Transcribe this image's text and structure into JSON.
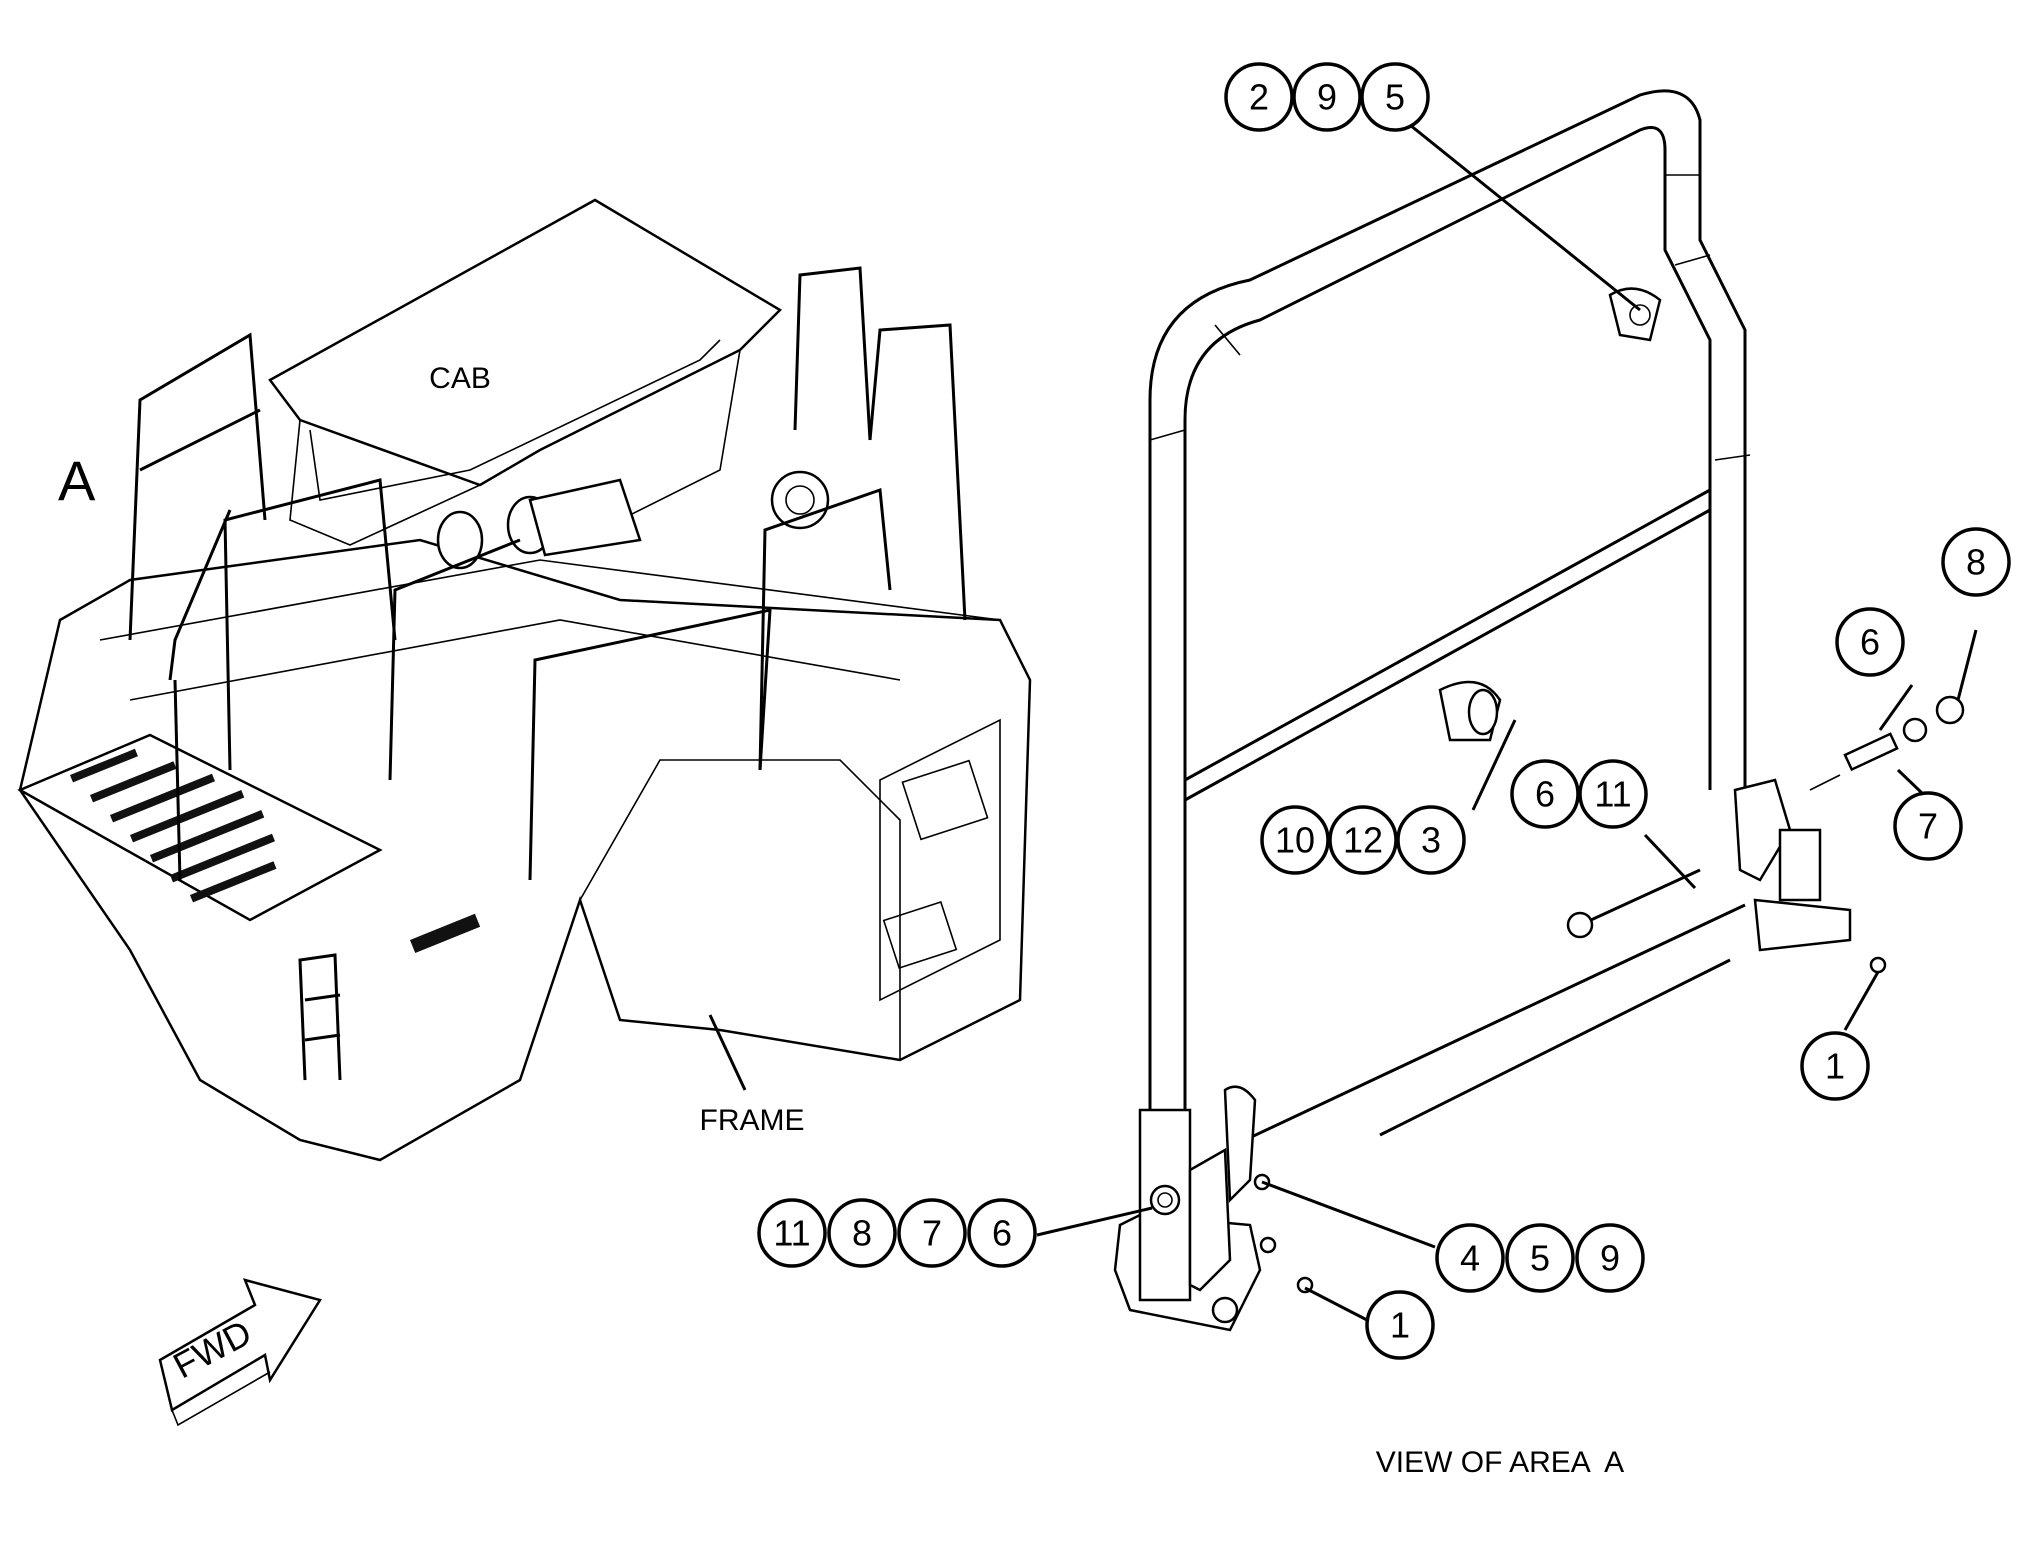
{
  "labels": {
    "cab": "CAB",
    "frame": "FRAME",
    "area_marker": "A",
    "fwd": "FWD",
    "view_caption": "VIEW OF AREA  A"
  },
  "callouts": [
    {
      "id": "top",
      "numbers": [
        "2",
        "9",
        "5"
      ]
    },
    {
      "id": "right-top",
      "numbers": [
        "8"
      ]
    },
    {
      "id": "right-mid",
      "numbers": [
        "6"
      ]
    },
    {
      "id": "right-low",
      "numbers": [
        "7"
      ]
    },
    {
      "id": "mid-left",
      "numbers": [
        "10",
        "12",
        "3"
      ]
    },
    {
      "id": "bolt",
      "numbers": [
        "6",
        "11"
      ]
    },
    {
      "id": "right-bottom",
      "numbers": [
        "1"
      ]
    },
    {
      "id": "left-hinge",
      "numbers": [
        "11",
        "8",
        "7",
        "6"
      ]
    },
    {
      "id": "latch",
      "numbers": [
        "4",
        "5",
        "9"
      ]
    },
    {
      "id": "bottom",
      "numbers": [
        "1"
      ]
    }
  ]
}
